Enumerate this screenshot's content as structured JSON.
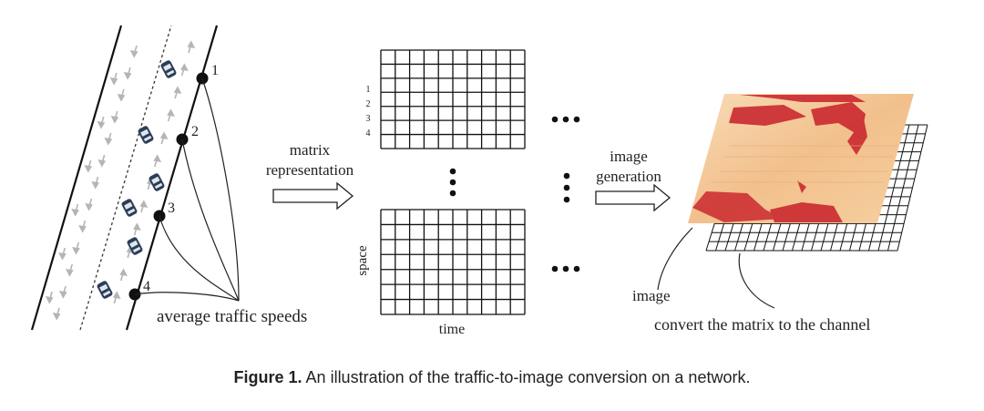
{
  "road": {
    "point_labels": [
      "1",
      "2",
      "3",
      "4"
    ],
    "speed_label": "average traffic speeds"
  },
  "arrow1": {
    "line1": "matrix",
    "line2": "representation"
  },
  "matrix": {
    "row_labels": [
      "1",
      "2",
      "3",
      "4"
    ],
    "space_label": "space",
    "time_label": "time"
  },
  "arrow2": {
    "line1": "image",
    "line2": "generation"
  },
  "output": {
    "image_label": "image",
    "channel_label": "convert the matrix to the channel"
  },
  "caption": {
    "label": "Figure 1.",
    "text": "An illustration of the traffic-to-image conversion on a network."
  },
  "colors": {
    "heat_low": "#f7d2a8",
    "heat_high": "#c8202a",
    "line": "#111111"
  }
}
